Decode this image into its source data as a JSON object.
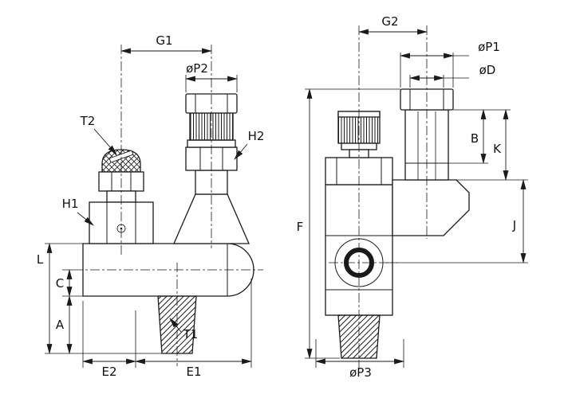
{
  "drawing": {
    "type": "technical-drawing",
    "subject": "pneumatic elbow flow-control fitting, two orthographic views",
    "line_color": "#1a1a1a",
    "background_color": "#ffffff",
    "left_view": {
      "dims": {
        "g1": "G1",
        "p2": "øP2",
        "t2": "T2",
        "h2": "H2",
        "h1": "H1",
        "l": "L",
        "c": "C",
        "a": "A",
        "e2": "E2",
        "e1": "E1",
        "t1": "T1"
      }
    },
    "right_view": {
      "dims": {
        "g2": "G2",
        "p1": "øP1",
        "d": "øD",
        "b": "B",
        "k": "K",
        "j": "J",
        "f": "F",
        "p3": "øP3"
      }
    }
  }
}
